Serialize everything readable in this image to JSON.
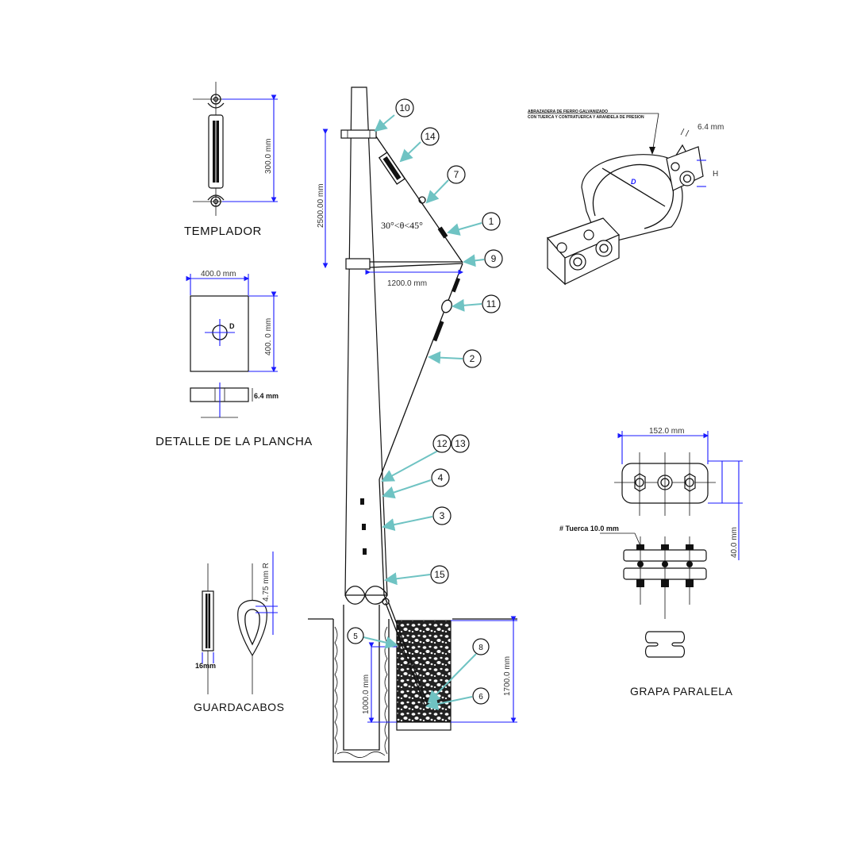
{
  "templador": {
    "title": "TEMPLADOR",
    "dim_height": "300.0 mm"
  },
  "plancha": {
    "title": "DETALLE  DE  LA  PLANCHA",
    "dim_width": "400.0 mm",
    "dim_height": "400. 0 mm",
    "hole_label": "D",
    "dim_thickness": "6.4 mm"
  },
  "guardacabos": {
    "title": "GUARDACABOS",
    "dim_radius": "4.75 mm R",
    "dim_width": "16mm"
  },
  "poste": {
    "dim_height": "2500.00 mm",
    "dim_arm": "1200.0 mm",
    "angle_label": "30°<θ<45°",
    "dim_anchor_depth": "1000.0 mm",
    "dim_pit_depth": "1700.0 mm",
    "callouts": [
      "10",
      "14",
      "7",
      "1",
      "9",
      "11",
      "2",
      "12",
      "13",
      "4",
      "3",
      "15",
      "5",
      "8",
      "6"
    ]
  },
  "abrazadera": {
    "note_line1": "ABRAZADERA DE FIERRO GALVANIZADO",
    "note_line2": "CON TUERCA Y  CONTRATUERCA Y ARANDELA DE PRESION",
    "dim_thickness": "6.4 mm",
    "label_d": "D",
    "label_h": "H"
  },
  "grapa": {
    "title": "GRAPA  PARALELA",
    "dim_width": "152.0 mm",
    "dim_height": "40.0 mm",
    "nut_label": "# Tuerca  10.0  mm"
  }
}
